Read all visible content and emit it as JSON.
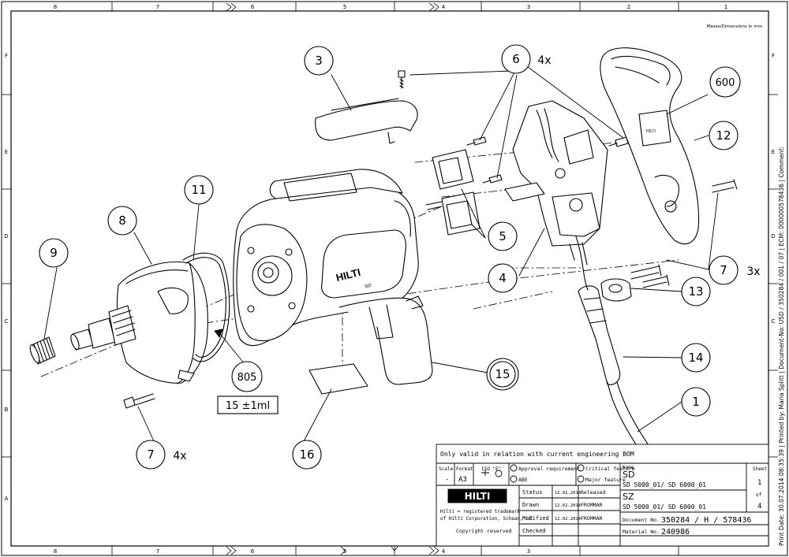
{
  "sheet": {
    "header_note": "Masse/Dimensions in mm",
    "columns": [
      "8",
      "7",
      "6",
      "5",
      "4",
      "3",
      "2",
      "1"
    ],
    "rows": [
      "F",
      "E",
      "D",
      "C",
      "B",
      "A"
    ],
    "side_text": "Print Date: 30.07.2014 08:35:39 | Printed by: Maria Splitt | Document-No: USD / 350284 / 001 / 07 | ECM: 000000578436 | Comment:"
  },
  "callouts": {
    "c1": "1",
    "c3": "3",
    "c4": "4",
    "c5": "5",
    "c6": "6",
    "c6_qty": "4x",
    "c7a": "7",
    "c7a_qty": "3x",
    "c7b": "7",
    "c7b_qty": "4x",
    "c8": "8",
    "c9": "9",
    "c11": "11",
    "c12": "12",
    "c13": "13",
    "c14": "14",
    "c15": "15",
    "c16": "16",
    "c600": "600",
    "c805": "805",
    "c805_amount": "15 ±1ml"
  },
  "housing_logo": "HILTI",
  "housing_model": "SD",
  "grip_badge": "HILTI",
  "title_block": {
    "validity": "Only valid in relation with current engineering BOM",
    "scale_label": "Scale",
    "scale_value": "-",
    "format_label": "Format",
    "format_value": "A3",
    "iso_label": "ISO \"E\"",
    "approval_label": "Approval requirement",
    "abe_label": "ABE",
    "critical_label": "Critical feature",
    "major_label": "Major feature",
    "logo": "HILTI",
    "trademark_line1": "Hilti = registered trademark",
    "trademark_line2": "of Hilti Corporation, Schaan, LI",
    "copyright": "Copyright reserved",
    "rows": [
      {
        "label": "Status",
        "date": "12.02.2014",
        "value": "Released"
      },
      {
        "label": "Drawn",
        "date": "12.02.2014",
        "value": "FROMMAR"
      },
      {
        "label": "Modified",
        "date": "12.02.2014",
        "value": "FROMMAR"
      },
      {
        "label": "Checked",
        "date": "",
        "value": ""
      }
    ],
    "name_label": "Name",
    "name1": "SD",
    "name1_models": "SD 5000_01/ SD 6000_01",
    "name2": "SZ",
    "name2_models": "SD 5000_01/ SD 6000_01",
    "sheet_label": "Sheet",
    "sheet_num": "1",
    "sheet_of": "of",
    "sheet_total": "4",
    "doc_label": "Document No.",
    "doc_value": "350284 / H / 578436",
    "mat_label": "Material No.",
    "mat_value": "240986"
  }
}
